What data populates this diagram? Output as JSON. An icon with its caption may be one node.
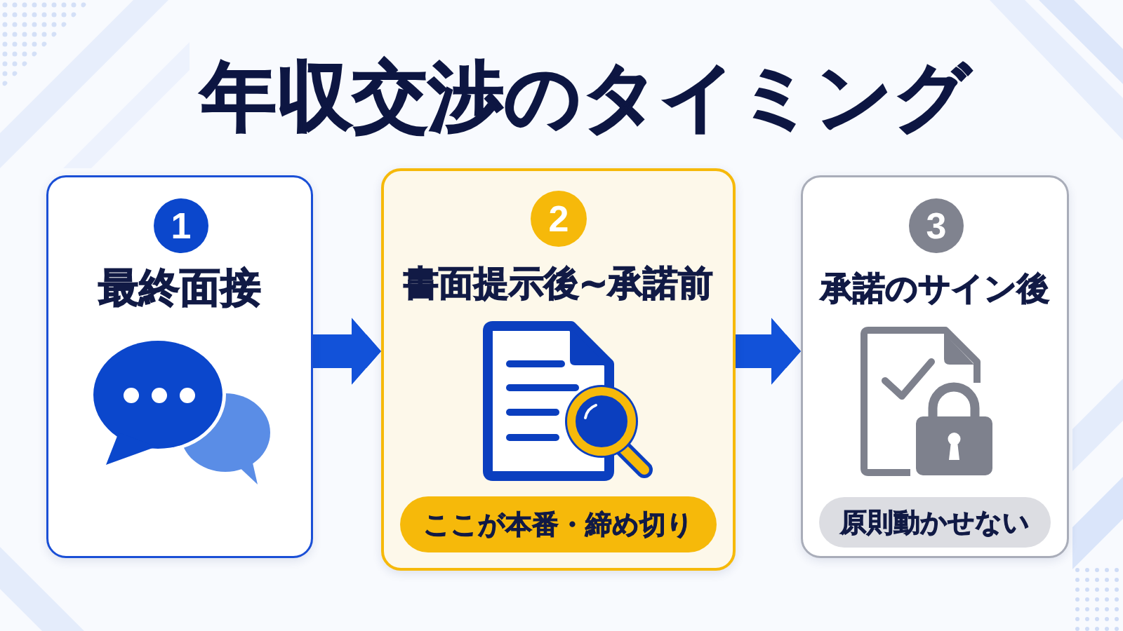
{
  "diagram": {
    "title": "年収交渉のタイミング",
    "nodes": [
      {
        "text": [
          "最終面接"
        ]
      },
      {
        "text": [
          "1"
        ],
        "in": 0
      },
      {
        "text": [
          "書面提示後~承諾前"
        ]
      },
      {
        "text": [
          "2"
        ],
        "in": 2
      },
      {
        "text": [
          "ここが本番・締め切り"
        ],
        "in": 2
      },
      {
        "text": [
          "承諾のサイン後"
        ]
      },
      {
        "text": [
          "3"
        ],
        "in": 5
      },
      {
        "text": [
          "原則動かせない"
        ],
        "in": 5
      }
    ],
    "edges": [
      {
        "from": 0,
        "to": 2,
        "arrow": "to"
      },
      {
        "from": 2,
        "to": 5,
        "arrow": "to"
      }
    ]
  }
}
